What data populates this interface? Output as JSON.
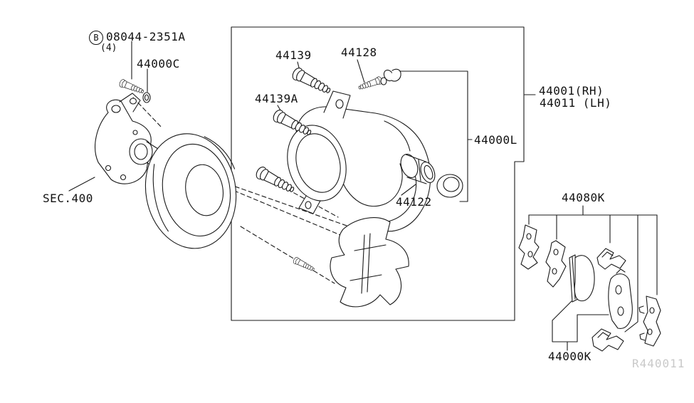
{
  "labels": {
    "bolt_marker": "B",
    "bolt_part": "08044-2351A",
    "bolt_qty": "(4)",
    "p44000c": "44000C",
    "p44139": "44139",
    "p44128": "44128",
    "p44139a": "44139A",
    "p44001": "44001(RH)",
    "p44011": "44011 (LH)",
    "p44000l": "44000L",
    "p44122": "44122",
    "sec400": "SEC.400",
    "p44080k": "44080K",
    "p44000k": "44000K",
    "watermark": "R440011"
  },
  "colors": {
    "line": "#1a1a1a",
    "background": "#ffffff",
    "watermark": "#c9c9c9"
  }
}
